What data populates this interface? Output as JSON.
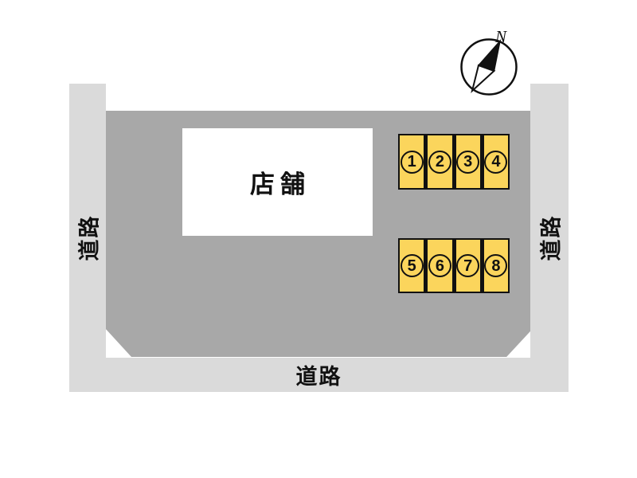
{
  "colors": {
    "lot_fill": "#A8A8A8",
    "road_fill": "#DADADA",
    "stall_fill": "#FBD55C",
    "store_fill": "#FFFFFF",
    "ink": "#111111"
  },
  "roads": {
    "left_label": "道路",
    "right_label": "道路",
    "bottom_label": "道路"
  },
  "store": {
    "label": "店舗"
  },
  "parking": {
    "rows": [
      {
        "stalls": [
          "1",
          "2",
          "3",
          "4"
        ]
      },
      {
        "stalls": [
          "5",
          "6",
          "7",
          "8"
        ]
      }
    ]
  },
  "compass": {
    "north": "N"
  }
}
